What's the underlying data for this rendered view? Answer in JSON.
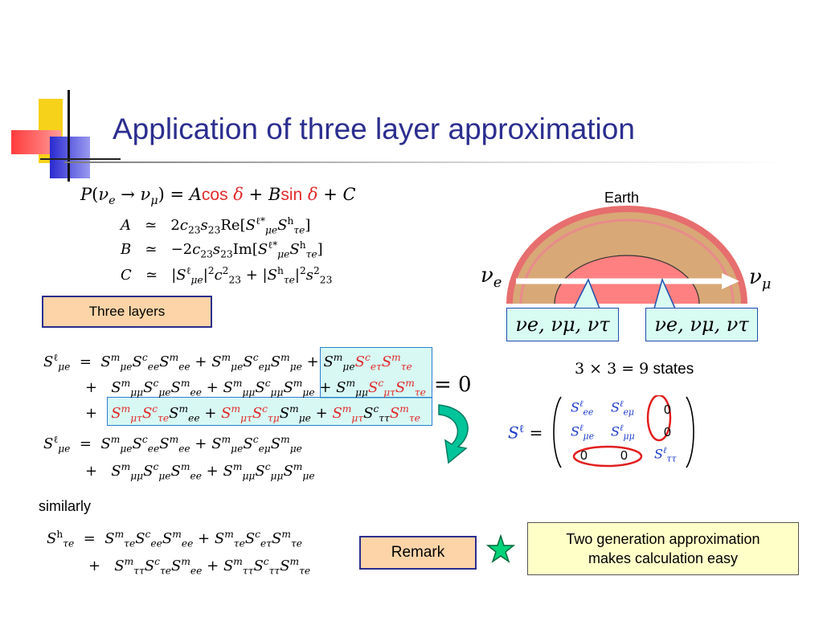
{
  "slide": {
    "title": "Application of three layer approximation",
    "label_three_layers": "Three layers",
    "label_similarly": "similarly",
    "label_remark": "Remark",
    "note_line1": "Two generation approximation",
    "note_line2": "makes calculation easy",
    "earth_label": "Earth",
    "states_text": "3 × 3 = 9",
    "states_word": "states",
    "equals_zero": "= 0",
    "nu_box_text": "νe, νμ, ντ",
    "nu_e": "ν",
    "nu_mu": "ν",
    "matrix_zero": "0"
  },
  "colors": {
    "title": "#2b2e8f",
    "box_fill": "#fcd4a8",
    "highlight_red": "#e12b2b",
    "matrix_blue": "#1e3cc8",
    "note_fill": "#ffffc8",
    "arrow_green": "#00c49a"
  }
}
